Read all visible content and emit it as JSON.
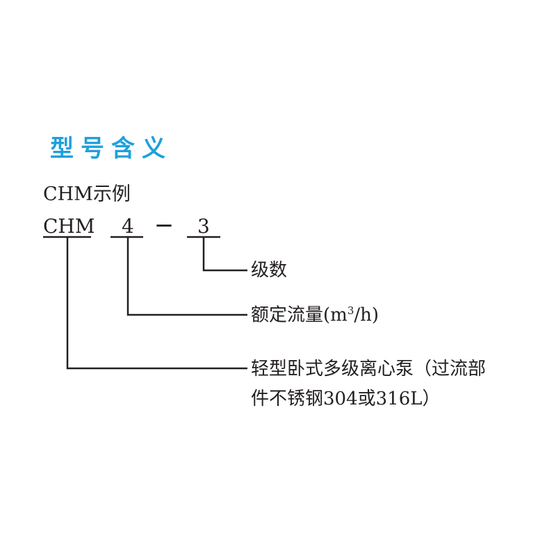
{
  "title": "型号含义",
  "example_label": "CHM示例",
  "code": {
    "series": "CHM",
    "flow": "4",
    "dash": "－",
    "stages": "3"
  },
  "labels": {
    "stages": "级数",
    "flow_prefix": "额定流量(m",
    "flow_sup": "3",
    "flow_suffix": "/h)",
    "series_line1": "轻型卧式多级离心泵（过流部",
    "series_line2": "件不锈钢304或316L）"
  },
  "colors": {
    "title": "#1fa0dc",
    "text": "#231f20"
  }
}
